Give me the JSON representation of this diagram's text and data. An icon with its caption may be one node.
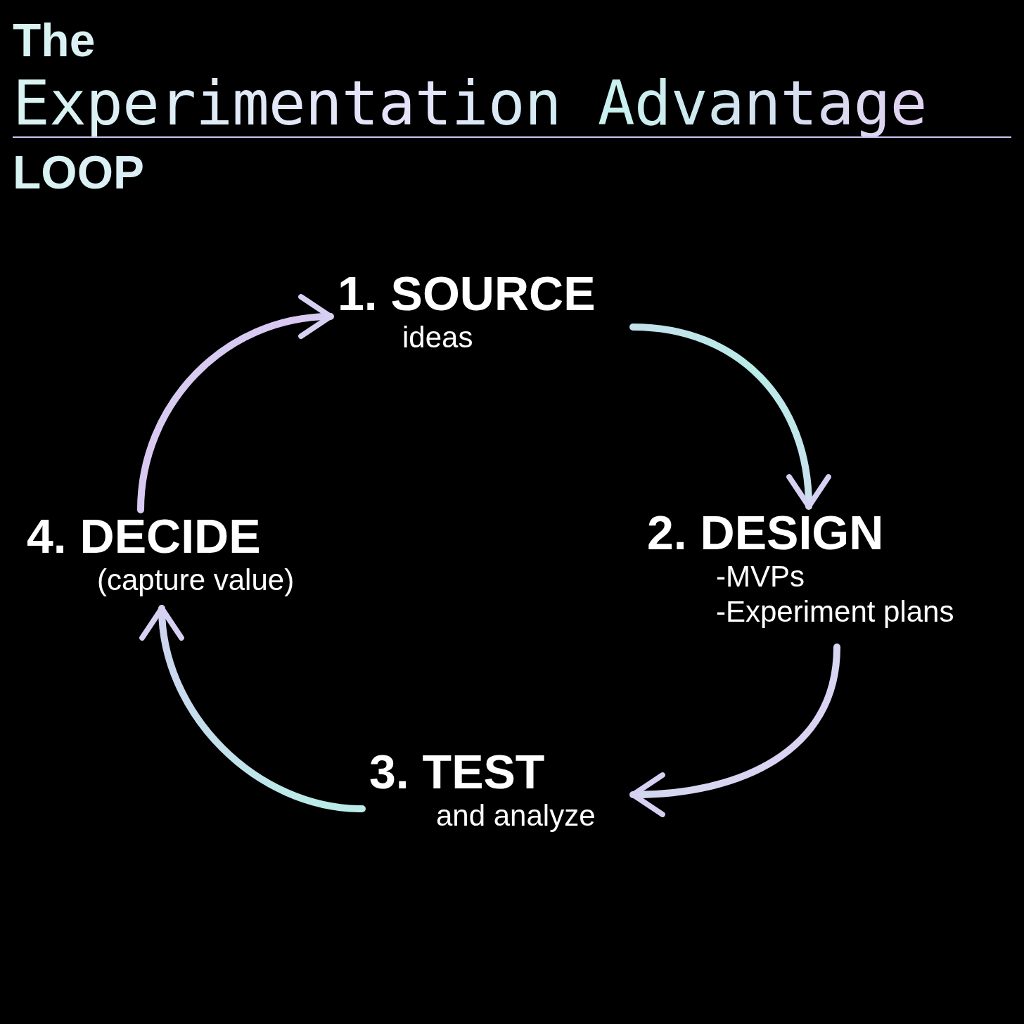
{
  "diagram": {
    "title": "The **Experimentation Advantage** LOOP",
    "nodes": [
      {
        "text": [
          "1. SOURCE",
          "ideas"
        ]
      },
      {
        "text": [
          "2. DESIGN",
          "-MVPs",
          "-Experiment plans"
        ]
      },
      {
        "text": [
          "3. TEST",
          "and analyze"
        ]
      },
      {
        "text": [
          "4. DECIDE",
          "(capture value)"
        ]
      }
    ],
    "edges": [
      {
        "from": 0,
        "to": 1,
        "arrow": "to"
      },
      {
        "from": 1,
        "to": 2,
        "arrow": "to"
      },
      {
        "from": 2,
        "to": 3,
        "arrow": "to"
      },
      {
        "from": 3,
        "to": 0,
        "arrow": "to"
      }
    ]
  }
}
